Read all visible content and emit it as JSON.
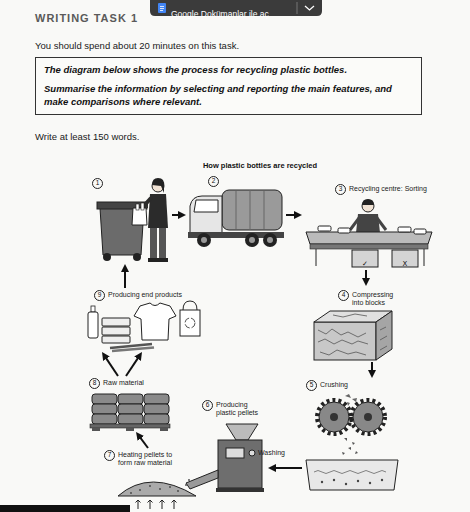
{
  "diagram": {
    "title": "How plastic bottles are recycled",
    "nodes": [
      {
        "text": [
          "The diagram below shows the process for recycling plastic bottles.",
          "Summarise the information by selecting and reporting the main features, and make comparisons where relevant."
        ]
      },
      {
        "text": [
          "1"
        ]
      },
      {
        "text": [
          "2"
        ]
      },
      {
        "text": [
          "3",
          "Recycling centre: Sorting"
        ]
      },
      {
        "text": [
          "4",
          "Compressing into blocks"
        ]
      },
      {
        "text": [
          "5",
          "Crushing"
        ]
      },
      {
        "text": [
          "6",
          "Producing plastic pellets"
        ]
      },
      {
        "text": [
          "7",
          "Heating pellets to form raw material"
        ]
      },
      {
        "text": [
          "8",
          "Raw material"
        ]
      },
      {
        "text": [
          "9",
          "Producing end products"
        ]
      }
    ],
    "edges": [
      {
        "from": 1,
        "to": 2,
        "arrow": "to"
      },
      {
        "from": 2,
        "to": 3,
        "arrow": "to"
      },
      {
        "from": 3,
        "to": 4,
        "arrow": "to"
      },
      {
        "from": 4,
        "to": 5,
        "arrow": "to"
      },
      {
        "from": 5,
        "to": 6,
        "arrow": "to"
      },
      {
        "from": 7,
        "to": 8,
        "arrow": "to"
      },
      {
        "from": 8,
        "to": 9,
        "arrow": "to"
      },
      {
        "from": 8,
        "to": 9,
        "arrow": "to"
      },
      {
        "from": 9,
        "to": 1,
        "arrow": "to"
      }
    ],
    "labels": [
      "WRITING TASK 1",
      "Google Dokümanlar ile aç",
      "You should spend about 20 minutes on this task.",
      "Write at least 150 words.",
      "✓",
      "X",
      "Washing"
    ]
  }
}
